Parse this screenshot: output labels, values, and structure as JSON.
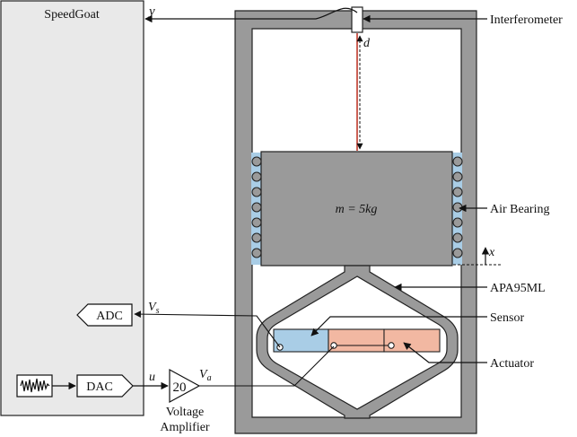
{
  "labels": {
    "controller": "SpeedGoat",
    "interferometer": "Interferometer",
    "air_bearing": "Air Bearing",
    "apa": "APA95ML",
    "sensor": "Sensor",
    "actuator": "Actuator",
    "voltage_amplifier_line1": "Voltage",
    "voltage_amplifier_line2": "Amplifier"
  },
  "blocks": {
    "adc": "ADC",
    "dac": "DAC",
    "gain": "20"
  },
  "signals": {
    "y": "y",
    "d": "d",
    "x": "x",
    "u": "u",
    "vs": "V",
    "vs_sub": "s",
    "va": "V",
    "va_sub": "a"
  },
  "mass": {
    "text": "m = 5kg"
  },
  "colors": {
    "controller_fill": "#e9e9e9",
    "frame": "#9a9a9a",
    "mass": "#9a9a9a",
    "air_bearing_bg": "#a9cde6",
    "sensor": "#a9cde6",
    "actuator": "#f2b8a2",
    "laser": "#c0392b"
  }
}
